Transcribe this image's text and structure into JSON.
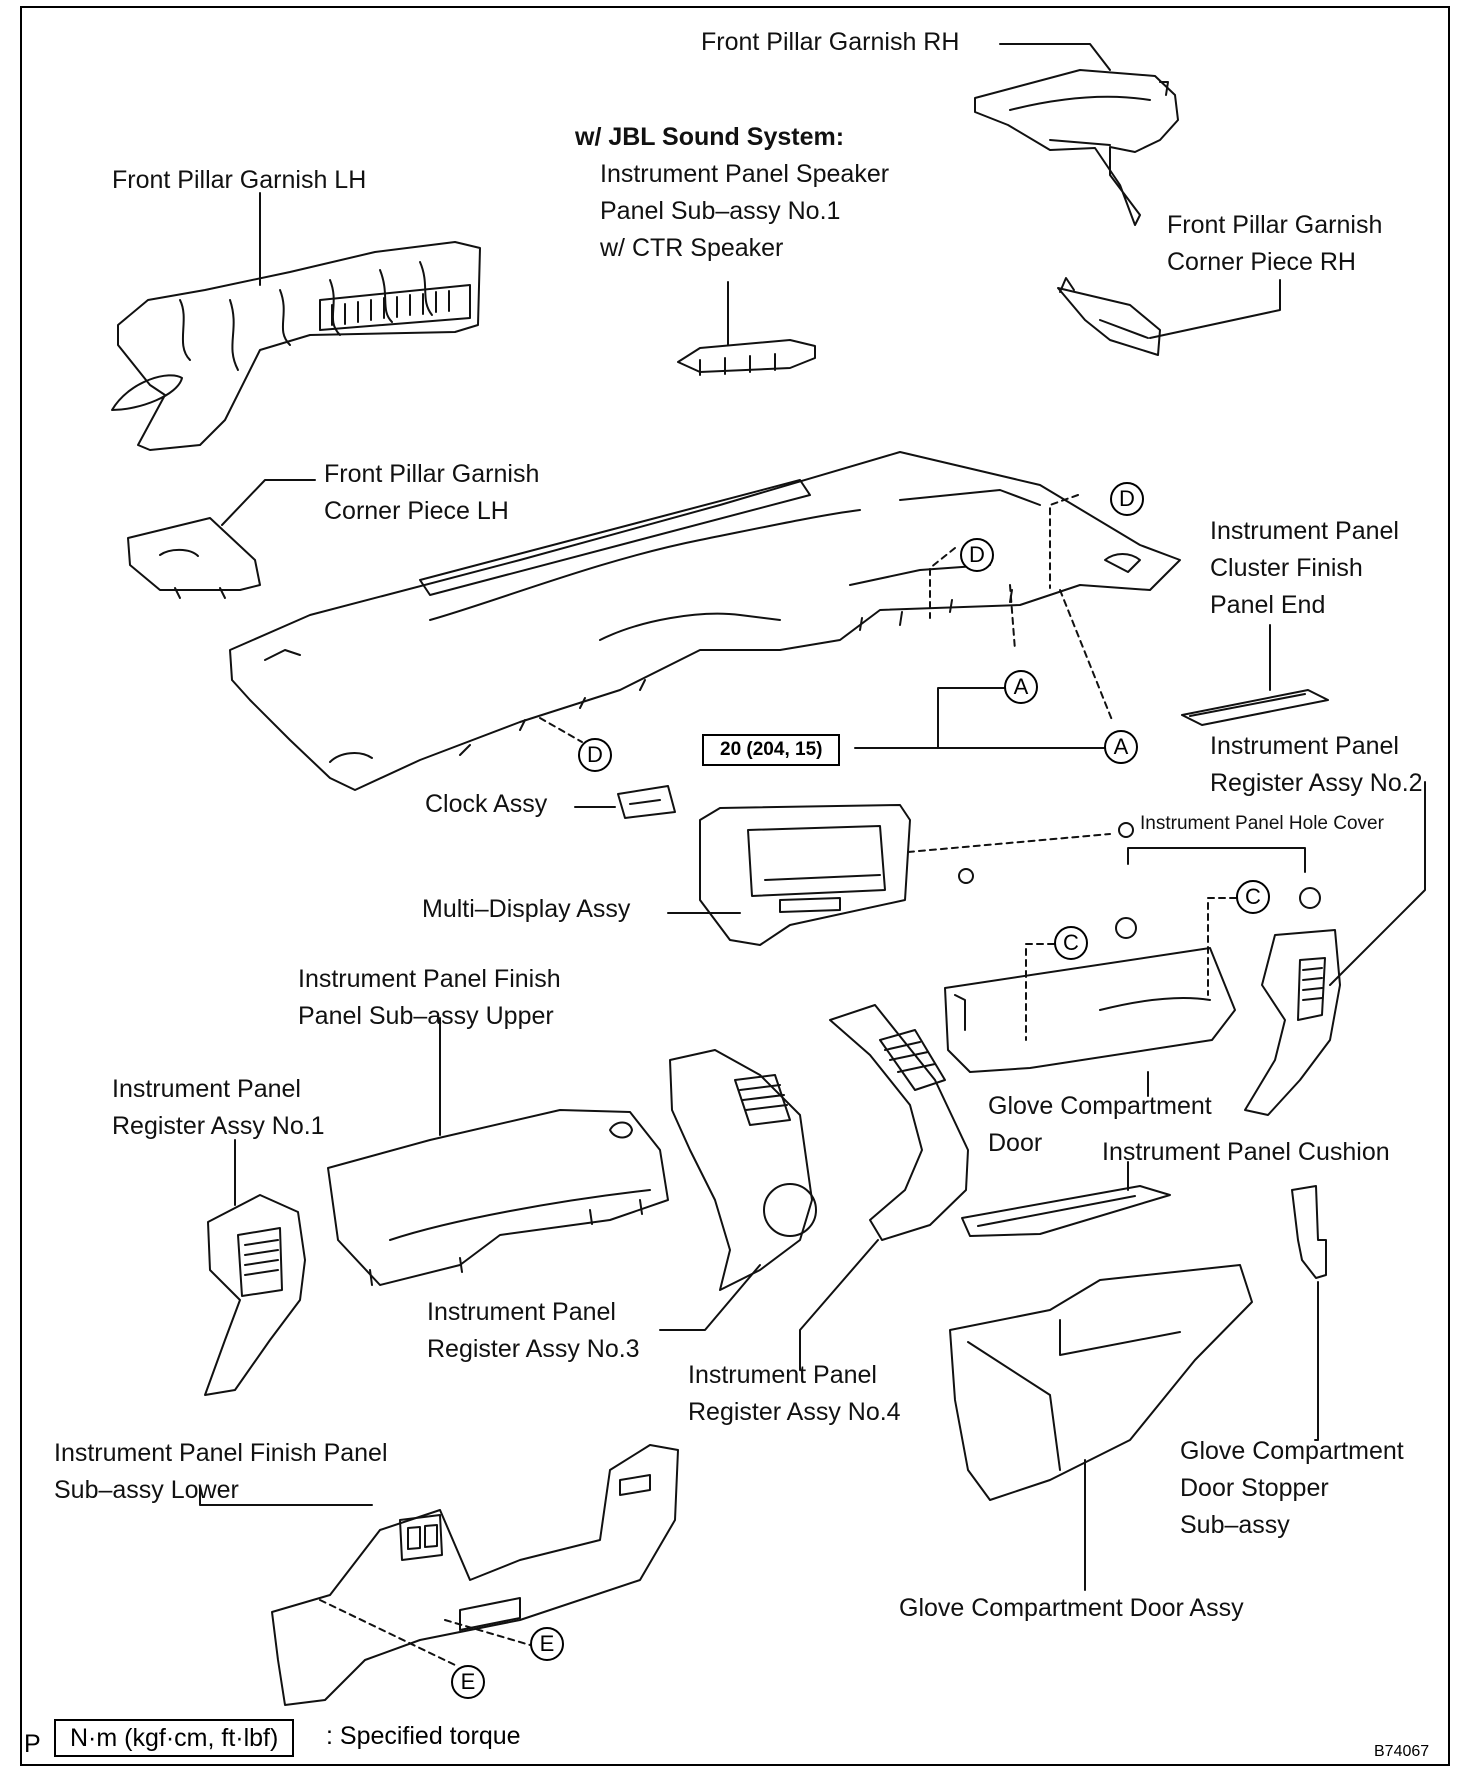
{
  "labels": {
    "front_pillar_garnish_rh": "Front Pillar Garnish RH",
    "jbl_header": "w/ JBL Sound System:",
    "jbl_speaker": "Instrument Panel Speaker\nPanel Sub–assy No.1\nw/ CTR Speaker",
    "front_pillar_garnish_lh": "Front Pillar Garnish LH",
    "corner_piece_rh": "Front Pillar Garnish\nCorner Piece RH",
    "corner_piece_lh": "Front Pillar Garnish\nCorner Piece LH",
    "cluster_finish_panel_end": "Instrument Panel\nCluster Finish\nPanel End",
    "register_no2": "Instrument Panel\nRegister Assy No.2",
    "clock_assy": "Clock Assy",
    "hole_cover": "Instrument Panel Hole Cover",
    "multi_display": "Multi–Display Assy",
    "finish_panel_upper": "Instrument Panel Finish\nPanel Sub–assy Upper",
    "register_no1": "Instrument Panel\nRegister Assy No.1",
    "glove_compartment_door": "Glove Compartment\nDoor",
    "panel_cushion": "Instrument Panel Cushion",
    "register_no3": "Instrument Panel\nRegister Assy No.3",
    "register_no4": "Instrument Panel\nRegister Assy No.4",
    "finish_panel_lower": "Instrument Panel Finish Panel\nSub–assy Lower",
    "door_stopper": "Glove Compartment\nDoor Stopper\nSub–assy",
    "glove_door_assy": "Glove Compartment Door Assy"
  },
  "refs": {
    "a": "A",
    "c": "C",
    "d": "D",
    "e": "E"
  },
  "torque_value": "20 (204, 15)",
  "legend": {
    "prefix": "P",
    "unit": "N·m (kgf·cm, ft·lbf)",
    "desc": ": Specified torque"
  },
  "figure_code": "B74067"
}
